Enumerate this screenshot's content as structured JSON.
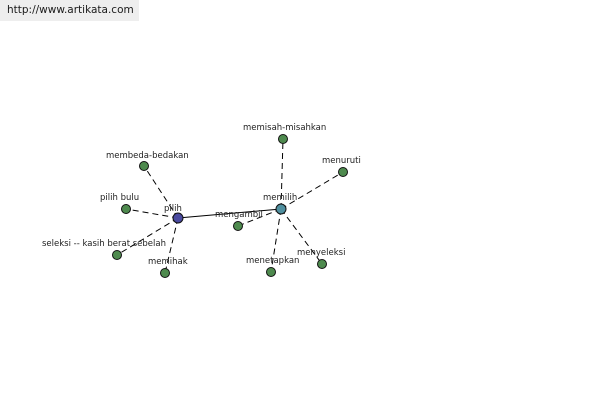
{
  "header": {
    "url": "http://www.artikata.com"
  },
  "graph": {
    "colors": {
      "hub_primary": "#4a4aa0",
      "hub_secondary": "#4f8f9f",
      "leaf": "#4e8a4e"
    },
    "nodes": [
      {
        "id": "pilih",
        "label": "pilih",
        "kind": "hub_primary"
      },
      {
        "id": "memilih",
        "label": "memilih",
        "kind": "hub_secondary"
      },
      {
        "id": "membeda-bedakan",
        "label": "membeda-bedakan",
        "kind": "leaf"
      },
      {
        "id": "pilih-bulu",
        "label": "pilih bulu",
        "kind": "leaf"
      },
      {
        "id": "seleksi",
        "label": "seleksi -- kasih berat sebelah",
        "kind": "leaf"
      },
      {
        "id": "memihak",
        "label": "memihak",
        "kind": "leaf"
      },
      {
        "id": "memisah-misahkan",
        "label": "memisah-misahkan",
        "kind": "leaf"
      },
      {
        "id": "menuruti",
        "label": "menuruti",
        "kind": "leaf"
      },
      {
        "id": "mengambil",
        "label": "mengambil",
        "kind": "leaf"
      },
      {
        "id": "menetapkan",
        "label": "menetapkan",
        "kind": "leaf"
      },
      {
        "id": "menyeleksi",
        "label": "menyeleksi",
        "kind": "leaf"
      }
    ],
    "edges": [
      {
        "from": "pilih",
        "to": "memilih",
        "style": "solid"
      },
      {
        "from": "pilih",
        "to": "membeda-bedakan",
        "style": "dashed"
      },
      {
        "from": "pilih",
        "to": "pilih-bulu",
        "style": "dashed"
      },
      {
        "from": "pilih",
        "to": "seleksi",
        "style": "dashed"
      },
      {
        "from": "pilih",
        "to": "memihak",
        "style": "dashed"
      },
      {
        "from": "memilih",
        "to": "memisah-misahkan",
        "style": "dashed"
      },
      {
        "from": "memilih",
        "to": "menuruti",
        "style": "dashed"
      },
      {
        "from": "memilih",
        "to": "mengambil",
        "style": "dashed"
      },
      {
        "from": "memilih",
        "to": "menetapkan",
        "style": "dashed"
      },
      {
        "from": "memilih",
        "to": "menyeleksi",
        "style": "dashed"
      }
    ]
  }
}
